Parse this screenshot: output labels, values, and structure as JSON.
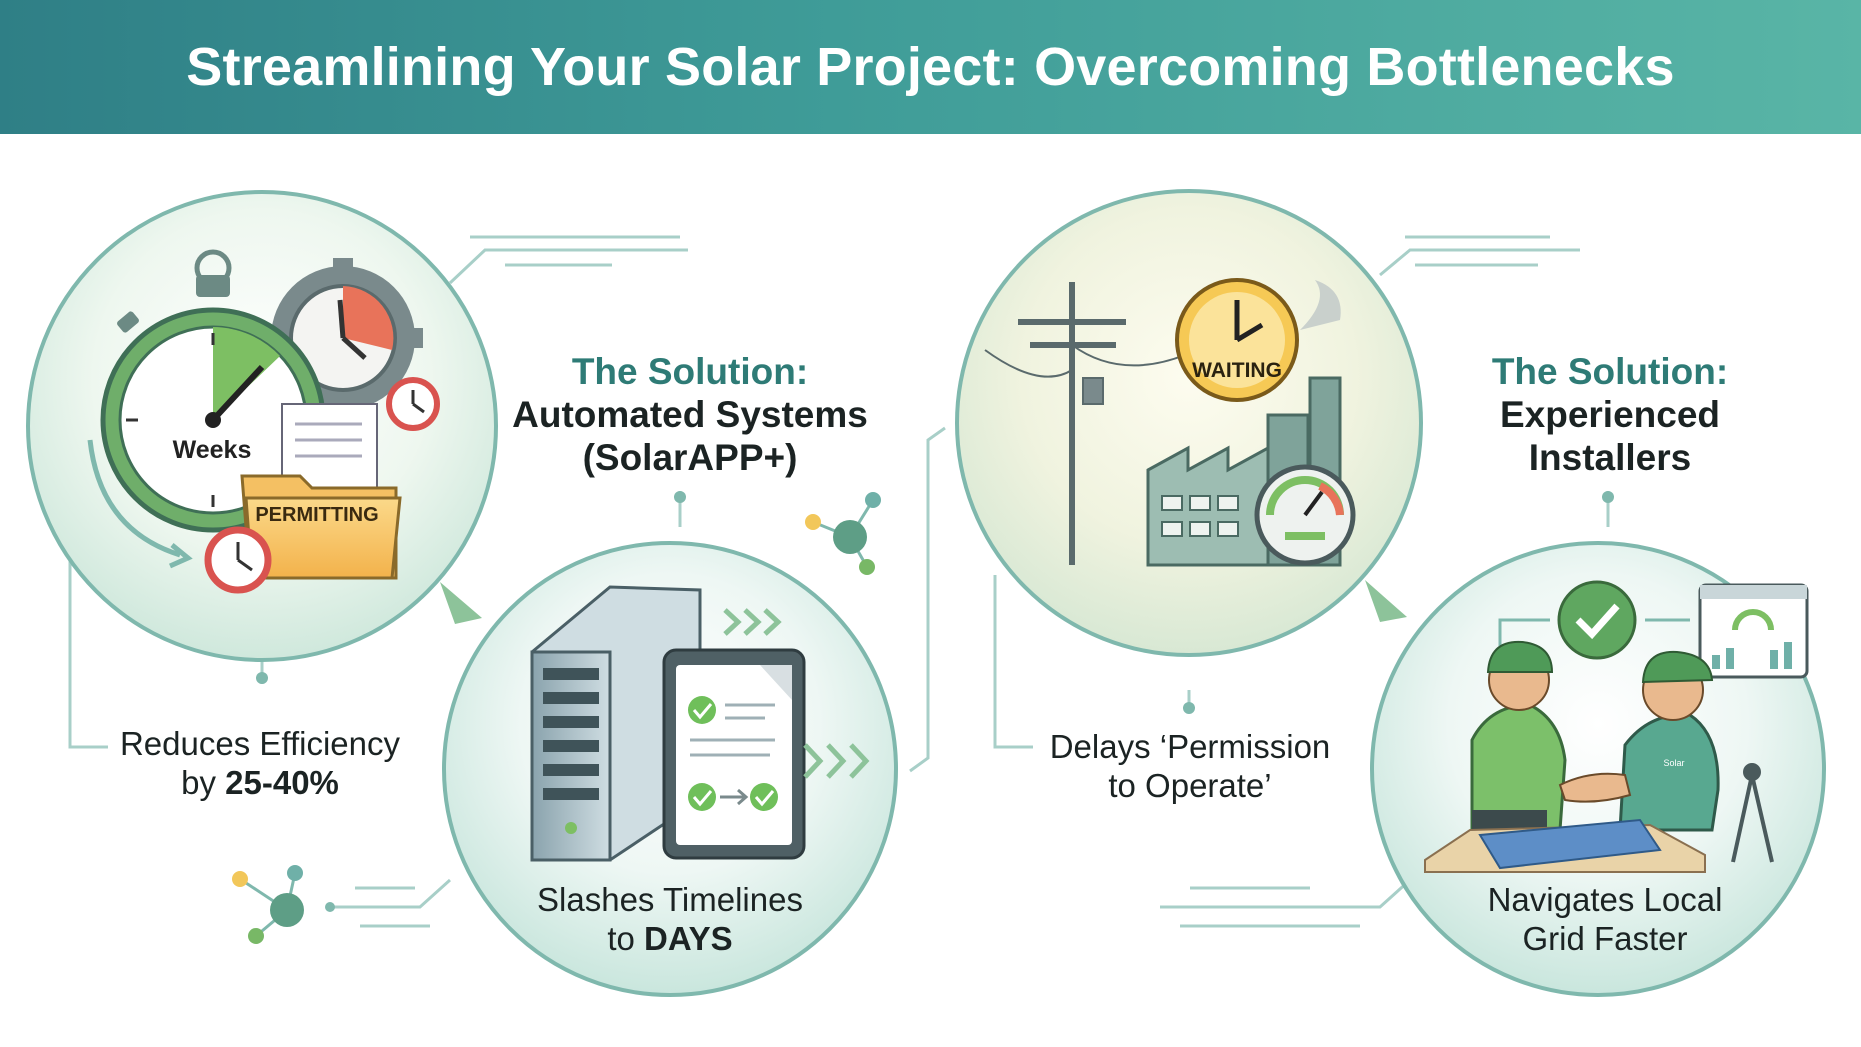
{
  "header": {
    "title": "Streamlining Your Solar Project: Overcoming Bottlenecks"
  },
  "panel1": {
    "stopwatch_label": "Weeks",
    "folder_label": "PERMITTING",
    "caption_line1": "Reduces Efficiency",
    "caption_line2_prefix": "by ",
    "caption_line2_bold": "25-40%"
  },
  "solution1": {
    "heading": "The Solution:",
    "line1": "Automated Systems",
    "line2": "(SolarAPP+)"
  },
  "panel2": {
    "caption_line1": "Slashes Timelines",
    "caption_line2_prefix": "to ",
    "caption_line2_bold": "DAYS"
  },
  "panel3": {
    "clock_label": "WAITING",
    "caption_line1": "Delays ‘Permission",
    "caption_line2": "to Operate’"
  },
  "solution2": {
    "heading": "The Solution:",
    "line1": "Experienced",
    "line2": "Installers"
  },
  "panel4": {
    "shirt_logo": "Solar",
    "caption_line1": "Navigates Local",
    "caption_line2": "Grid Faster"
  },
  "colors": {
    "header_start": "#2f7f86",
    "header_end": "#59b5a6",
    "solution_heading": "#2e7b76",
    "circle_ring": "#7fb8ad",
    "connector": "#a8cfc8"
  }
}
